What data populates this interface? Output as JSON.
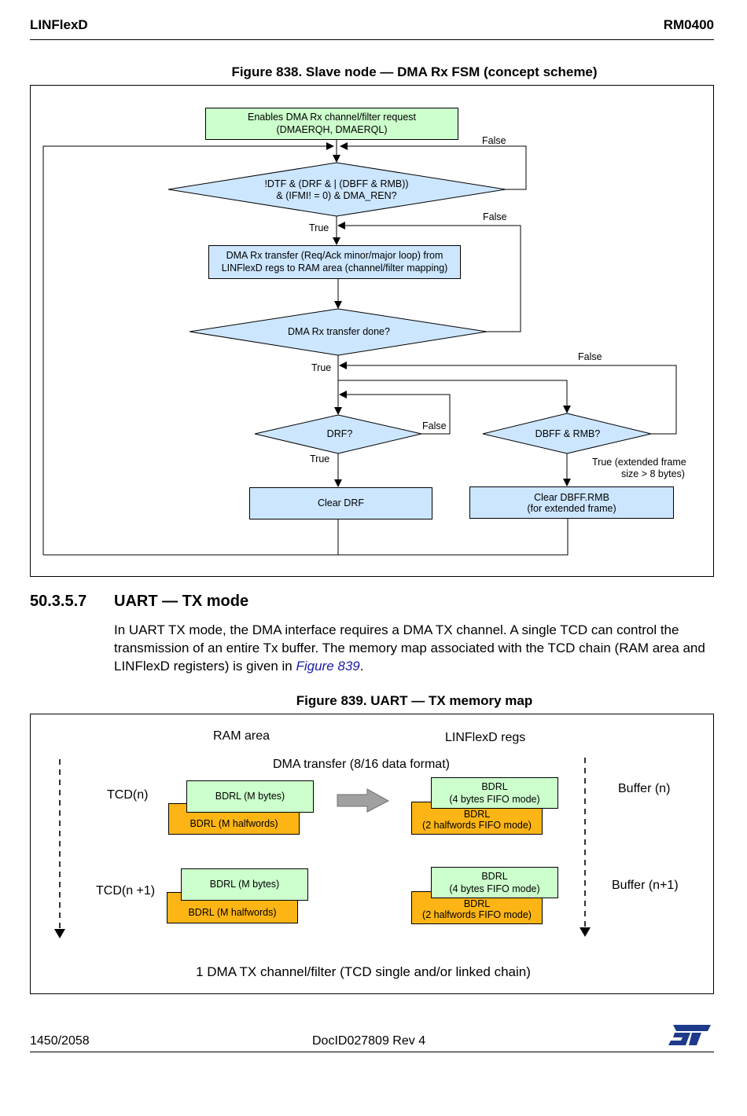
{
  "header": {
    "left": "LINFlexD",
    "right": "RM0400"
  },
  "figure838": {
    "title": "Figure 838. Slave node — DMA Rx FSM (concept scheme)",
    "nodes": {
      "enable": [
        "Enables DMA Rx channel/filter request",
        "(DMAERQH, DMAERQL)"
      ],
      "cond1": [
        "!DTF & (DRF & | (DBFF & RMB))",
        "& (IFMI! = 0) & DMA_REN?"
      ],
      "transfer": [
        "DMA Rx transfer (Req/Ack minor/major loop) from",
        "LINFlexD regs to RAM area (channel/filter mapping)"
      ],
      "done": "DMA Rx transfer done?",
      "drf": "DRF?",
      "dbff": "DBFF & RMB?",
      "clear_drf": "Clear DRF",
      "clear_dbff": [
        "Clear DBFF.RMB",
        "(for extended frame)"
      ]
    },
    "labels": {
      "false1": "False",
      "true1": "True",
      "false2": "False",
      "true2": "True",
      "false3": "False",
      "false4": "False",
      "true3": "True",
      "true_ext1": "True (extended frame",
      "true_ext2": "size > 8 bytes)"
    }
  },
  "section": {
    "number": "50.3.5.7",
    "title": "UART — TX mode",
    "text": "In UART TX mode, the DMA interface requires a DMA TX channel. A single TCD can control the transmission of an entire Tx buffer. The memory map associated with the TCD chain (RAM area and LINFlexD registers) is given in ",
    "link": "Figure 839",
    "text_end": "."
  },
  "figure839": {
    "title": "Figure 839. UART — TX memory map",
    "ram_area": "RAM area",
    "linflexd_regs": "LINFlexD regs",
    "dma_transfer": "DMA transfer (8/16 data format)",
    "tcd_n": "TCD(n)",
    "tcd_n1": "TCD(n +1)",
    "buffer_n": "Buffer (n)",
    "buffer_n1": "Buffer (n+1)",
    "bdrl_bytes": "BDRL (M bytes)",
    "bdrl_halfwords": "BDRL (M halfwords)",
    "bdrl": "BDRL",
    "fifo4": "(4 bytes FIFO mode)",
    "fifo2": "(2 halfwords FIFO mode)",
    "caption": "1 DMA TX channel/filter (TCD single and/or linked chain)"
  },
  "footer": {
    "page": "1450/2058",
    "doc": "DocID027809 Rev 4",
    "logo": "ST"
  },
  "colors": {
    "green": "#ccffcc",
    "blue": "#cce6ff",
    "orange": "#fdb515",
    "link": "#1a1aa6",
    "logo": "#1e3a8a"
  }
}
